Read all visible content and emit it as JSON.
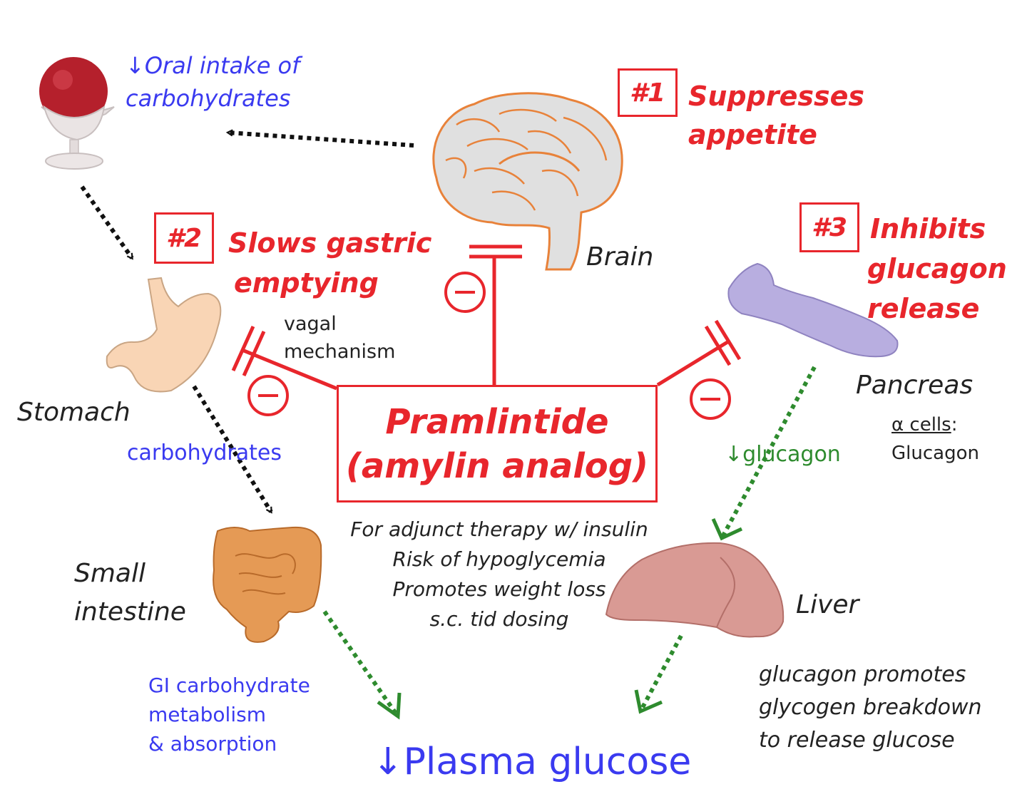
{
  "colors": {
    "red": "#e8262c",
    "blue": "#3a3af0",
    "green": "#2e8b2e",
    "black": "#222222",
    "brain_fill": "#e0e0e0",
    "stomach_fill": "#f9d5b5",
    "intestine_fill": "#e59a55",
    "pancreas_fill": "#b8aee0",
    "liver_fill": "#d99a94",
    "sorbet_fill": "#b5202c"
  },
  "icons": [
    "sorbet-icon",
    "brain-icon",
    "stomach-icon",
    "small-intestine-icon",
    "pancreas-icon",
    "liver-icon",
    "inhibition-minus-icon"
  ],
  "labels": {
    "oral_intake_line1": "↓Oral intake of",
    "oral_intake_line2": "carbohydrates",
    "effect1_number": "#1",
    "effect1_line1": "Suppresses",
    "effect1_line2": "appetite",
    "effect2_number": "#2",
    "effect2_line1": "Slows gastric",
    "effect2_line2": "emptying",
    "effect3_number": "#3",
    "effect3_line1": "Inhibits",
    "effect3_line2": "glucagon",
    "effect3_line3": "release",
    "brain": "Brain",
    "stomach": "Stomach",
    "vagal_line1": "vagal",
    "vagal_line2": "mechanism",
    "carbohydrates": "carbohydrates",
    "pancreas": "Pancreas",
    "alpha_cells": "α cells",
    "alpha_colon": ":",
    "glucagon_product": "Glucagon",
    "glucagon_decrease": "↓glucagon",
    "small_intestine_line1": "Small",
    "small_intestine_line2": "intestine",
    "liver": "Liver",
    "gi_line1": "GI carbohydrate",
    "gi_line2": "metabolism",
    "gi_line3": "& absorption",
    "liver_note_line1": "glucagon promotes",
    "liver_note_line2": "glycogen breakdown",
    "liver_note_line3": "to release glucose",
    "plasma_glucose": "↓Plasma glucose"
  },
  "drug": {
    "name_line1": "Pramlintide",
    "name_line2": "(amylin analog)",
    "notes": [
      "For adjunct therapy w/ insulin",
      "Risk of hypoglycemia",
      "Promotes weight loss",
      "s.c. tid dosing"
    ]
  }
}
